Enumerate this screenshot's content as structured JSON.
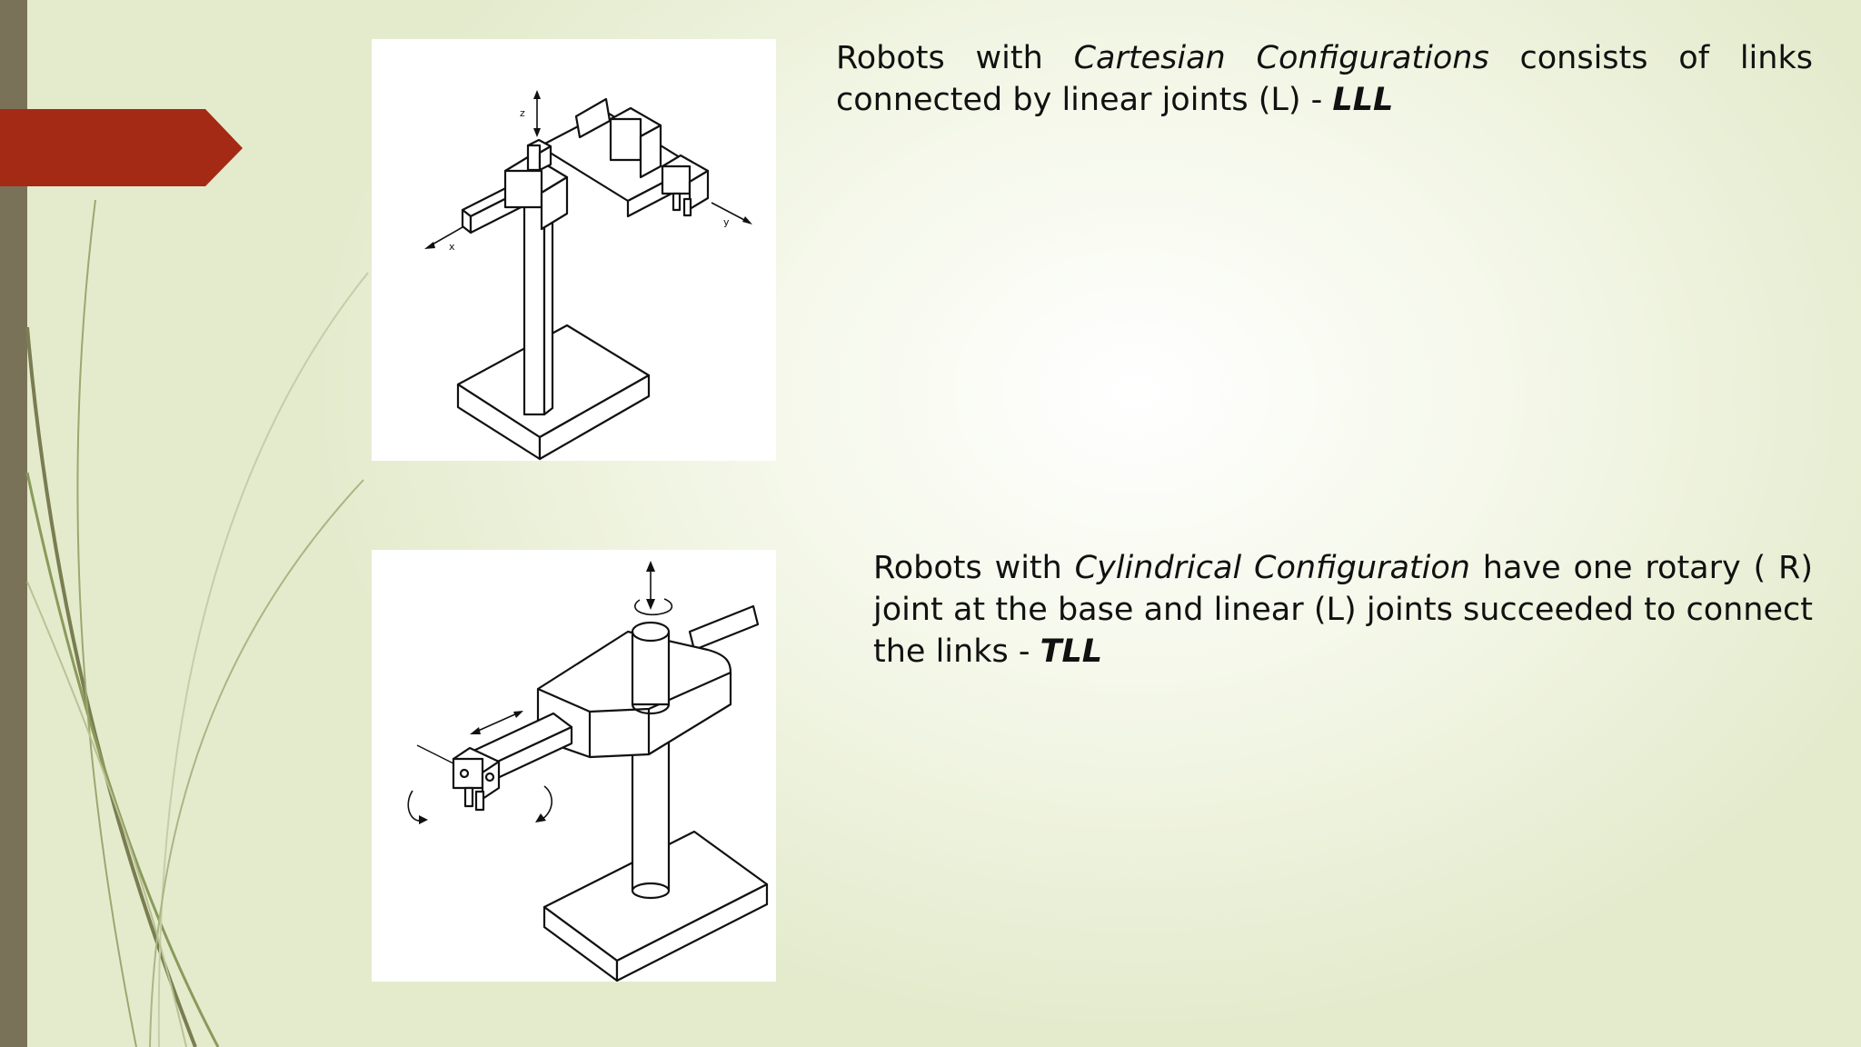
{
  "slide": {
    "section_cartesian": {
      "text_before": "Robots with ",
      "term": "Cartesian Configurations",
      "text_after": " consists of links connected by linear joints (L) - ",
      "code": "LLL",
      "figure": {
        "axis_z": "z",
        "axis_x": "x",
        "axis_y": "y"
      }
    },
    "section_cylindrical": {
      "text_before": "Robots with ",
      "term": "Cylindrical Configuration",
      "text_after": " have one rotary ( R) joint at the base and linear (L) joints succeeded to connect the links - ",
      "code": "TLL"
    }
  },
  "theme": {
    "accent_red": "#a52a15",
    "side_bar": "#7a7258",
    "swoosh_green": "#8a9a5a"
  }
}
